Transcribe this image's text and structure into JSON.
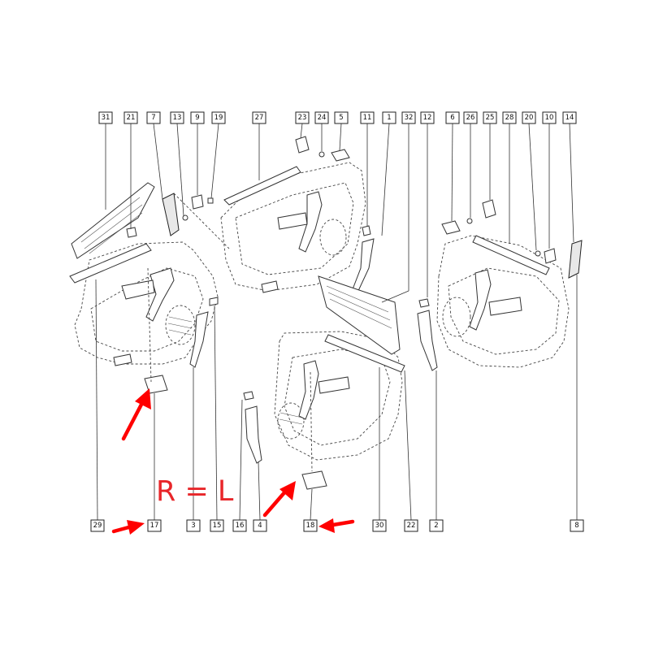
{
  "callouts_top": [
    {
      "label": "31"
    },
    {
      "label": "21"
    },
    {
      "label": "7"
    },
    {
      "label": "13"
    },
    {
      "label": "9"
    },
    {
      "label": "19"
    },
    {
      "label": "27"
    },
    {
      "label": "23"
    },
    {
      "label": "24"
    },
    {
      "label": "5"
    },
    {
      "label": "11"
    },
    {
      "label": "1"
    },
    {
      "label": "32"
    },
    {
      "label": "12"
    },
    {
      "label": "6"
    },
    {
      "label": "26"
    },
    {
      "label": "25"
    },
    {
      "label": "28"
    },
    {
      "label": "20"
    },
    {
      "label": "10"
    },
    {
      "label": "14"
    }
  ],
  "callouts_bottom": [
    {
      "label": "29"
    },
    {
      "label": "17"
    },
    {
      "label": "3"
    },
    {
      "label": "15"
    },
    {
      "label": "16"
    },
    {
      "label": "4"
    },
    {
      "label": "18"
    },
    {
      "label": "30"
    },
    {
      "label": "22"
    },
    {
      "label": "2"
    },
    {
      "label": "8"
    }
  ],
  "note": "R = L",
  "colors": {
    "arrow": "#ff0000",
    "note": "#e8262a",
    "line": "#333333"
  }
}
